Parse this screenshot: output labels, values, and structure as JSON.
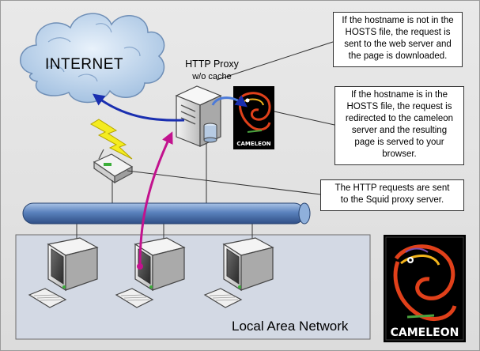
{
  "labels": {
    "internet": "INTERNET",
    "proxy_title": "HTTP Proxy",
    "proxy_subtitle": "w/o cache",
    "lan": "Local Area Network"
  },
  "callouts": [
    {
      "id": "not-in-hosts",
      "text": "If the hostname is not in the\nHOSTS file, the request is\nsent to the web server and\nthe page is downloaded."
    },
    {
      "id": "in-hosts",
      "text": "If the hostname is in the\nHOSTS file, the request is\nredirected to the cameleon\nserver and the resulting\npage is served to your\nbrowser."
    },
    {
      "id": "http-requests",
      "text": "The HTTP requests are sent\nto the Squid proxy server."
    }
  ],
  "logo": {
    "text": "CAMELEON"
  },
  "colors": {
    "background": "#dedede",
    "lan_panel": "#d5dbe6",
    "bus": "#4a6fa5",
    "blue_arrow": "#1a2fb0",
    "magenta_arrow": "#c2128e",
    "lightning": "#f4ec20",
    "logo_bg": "#000000",
    "logo_accent": "#e0401a"
  },
  "icons": [
    "cloud-icon",
    "server-icon",
    "router-icon",
    "computer-icon",
    "lightning-icon",
    "chameleon-logo-icon"
  ]
}
